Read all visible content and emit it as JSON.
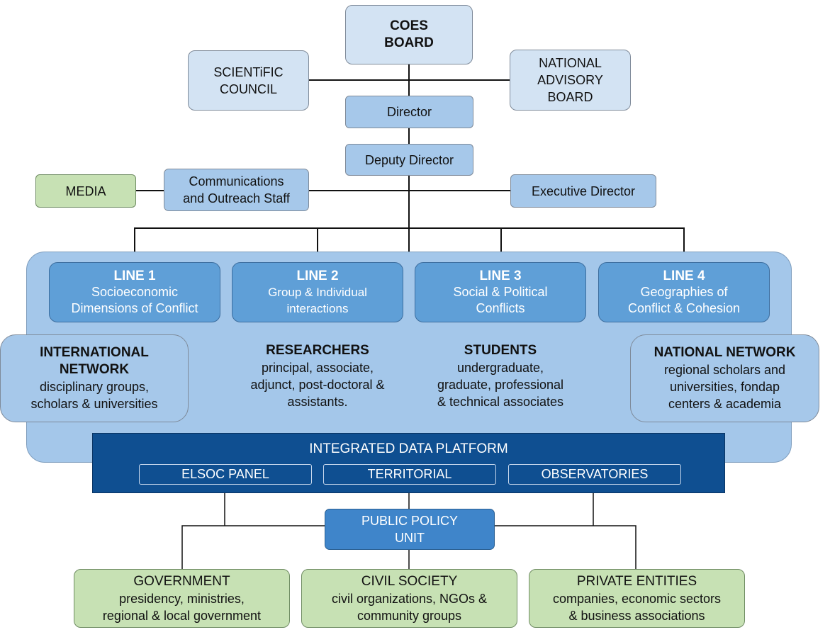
{
  "coes_board": [
    "COES",
    "BOARD"
  ],
  "scientific_council": [
    "SCIENTiFIC",
    "COUNCIL"
  ],
  "national_advisory_board": [
    "NATIONAL",
    "ADVISORY",
    "BOARD"
  ],
  "director": "Director",
  "deputy_director": "Deputy Director",
  "media": "MEDIA",
  "communications": [
    "Communications",
    "and Outreach Staff"
  ],
  "executive_director": "Executive Director",
  "lines": [
    {
      "title": "LINE 1",
      "desc": [
        "Socioeconomic",
        "Dimensions of Conflict"
      ]
    },
    {
      "title": "LINE 2",
      "desc": [
        "Group & Individual",
        "interactions"
      ]
    },
    {
      "title": "LINE 3",
      "desc": [
        "Social & Political",
        "Conflicts"
      ]
    },
    {
      "title": "LINE 4",
      "desc": [
        "Geographies of",
        "Conflict & Cohesion"
      ]
    }
  ],
  "international_network": {
    "title": [
      "INTERNATIONAL",
      "NETWORK"
    ],
    "desc": [
      "disciplinary groups,",
      "scholars & universities"
    ]
  },
  "researchers": {
    "title": "RESEARCHERS",
    "desc": [
      "principal, associate,",
      "adjunct, post-doctoral &",
      "assistants."
    ]
  },
  "students": {
    "title": "STUDENTS",
    "desc": [
      "undergraduate,",
      "graduate, professional",
      "& technical associates"
    ]
  },
  "national_network": {
    "title": "NATIONAL NETWORK",
    "desc": [
      "regional scholars and",
      "universities, fondap",
      "centers & academia"
    ]
  },
  "data_platform": {
    "title": "INTEGRATED DATA PLATFORM",
    "components": [
      "ELSOC PANEL",
      "TERRITORIAL",
      "OBSERVATORIES"
    ]
  },
  "public_policy_unit": [
    "PUBLIC POLICY",
    "UNIT"
  ],
  "stakeholders": [
    {
      "title": "GOVERNMENT",
      "desc": [
        "presidency, ministries,",
        "regional & local government"
      ]
    },
    {
      "title": "CIVIL SOCIETY",
      "desc": [
        "civil organizations, NGOs &",
        "community groups"
      ]
    },
    {
      "title": "PRIVATE ENTITIES",
      "desc": [
        "companies, economic sectors",
        "& business associations"
      ]
    }
  ],
  "colors": {
    "light_blue": "#d3e3f3",
    "mid_blue": "#a6c8ea",
    "line_blue": "#5f9fd7",
    "platform_navy": "#0f4f91",
    "policy_blue": "#3f85ca",
    "green": "#c7e1b4"
  }
}
